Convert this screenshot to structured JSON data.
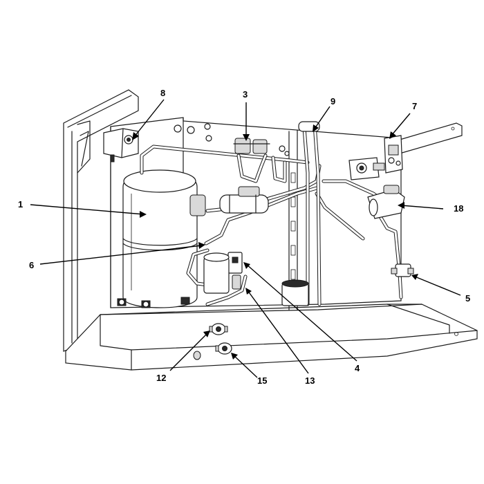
{
  "callouts": [
    {
      "id": "c1",
      "label": "1"
    },
    {
      "id": "c3",
      "label": "3"
    },
    {
      "id": "c4",
      "label": "4"
    },
    {
      "id": "c5",
      "label": "5"
    },
    {
      "id": "c6",
      "label": "6"
    },
    {
      "id": "c7",
      "label": "7"
    },
    {
      "id": "c8",
      "label": "8"
    },
    {
      "id": "c9",
      "label": "9"
    },
    {
      "id": "c12",
      "label": "12"
    },
    {
      "id": "c13",
      "label": "13"
    },
    {
      "id": "c15",
      "label": "15"
    },
    {
      "id": "c18",
      "label": "18"
    }
  ]
}
